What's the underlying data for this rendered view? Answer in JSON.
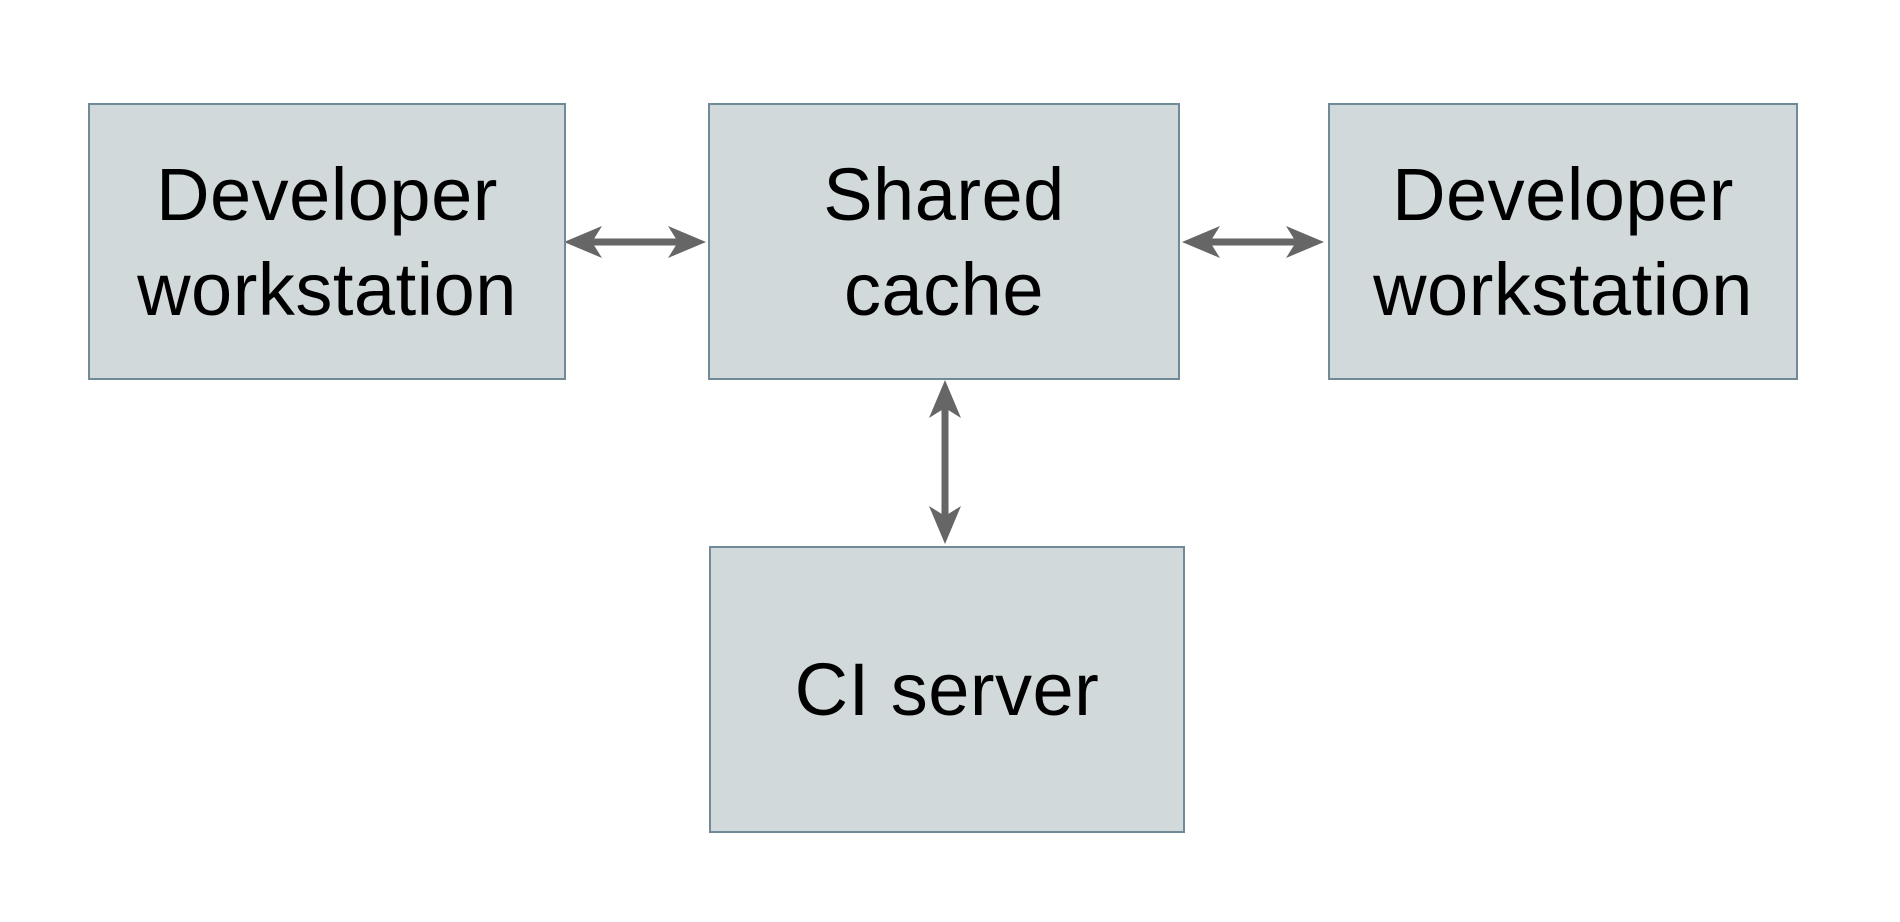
{
  "diagram": {
    "colors": {
      "background": "#ffffff",
      "node_fill": "#d2d9db",
      "node_border": "#708b97",
      "arrow_color": "#666666",
      "text_color": "#000000"
    },
    "nodes": [
      {
        "id": "developer-workstation-left",
        "label": "Developer\nworkstation"
      },
      {
        "id": "shared-cache",
        "label": "Shared\ncache"
      },
      {
        "id": "developer-workstation-right",
        "label": "Developer\nworkstation"
      },
      {
        "id": "ci-server",
        "label": "CI server"
      }
    ],
    "edges": [
      {
        "from": "developer-workstation-left",
        "to": "shared-cache",
        "type": "bidirectional"
      },
      {
        "from": "shared-cache",
        "to": "developer-workstation-right",
        "type": "bidirectional"
      },
      {
        "from": "shared-cache",
        "to": "ci-server",
        "type": "bidirectional"
      }
    ]
  }
}
